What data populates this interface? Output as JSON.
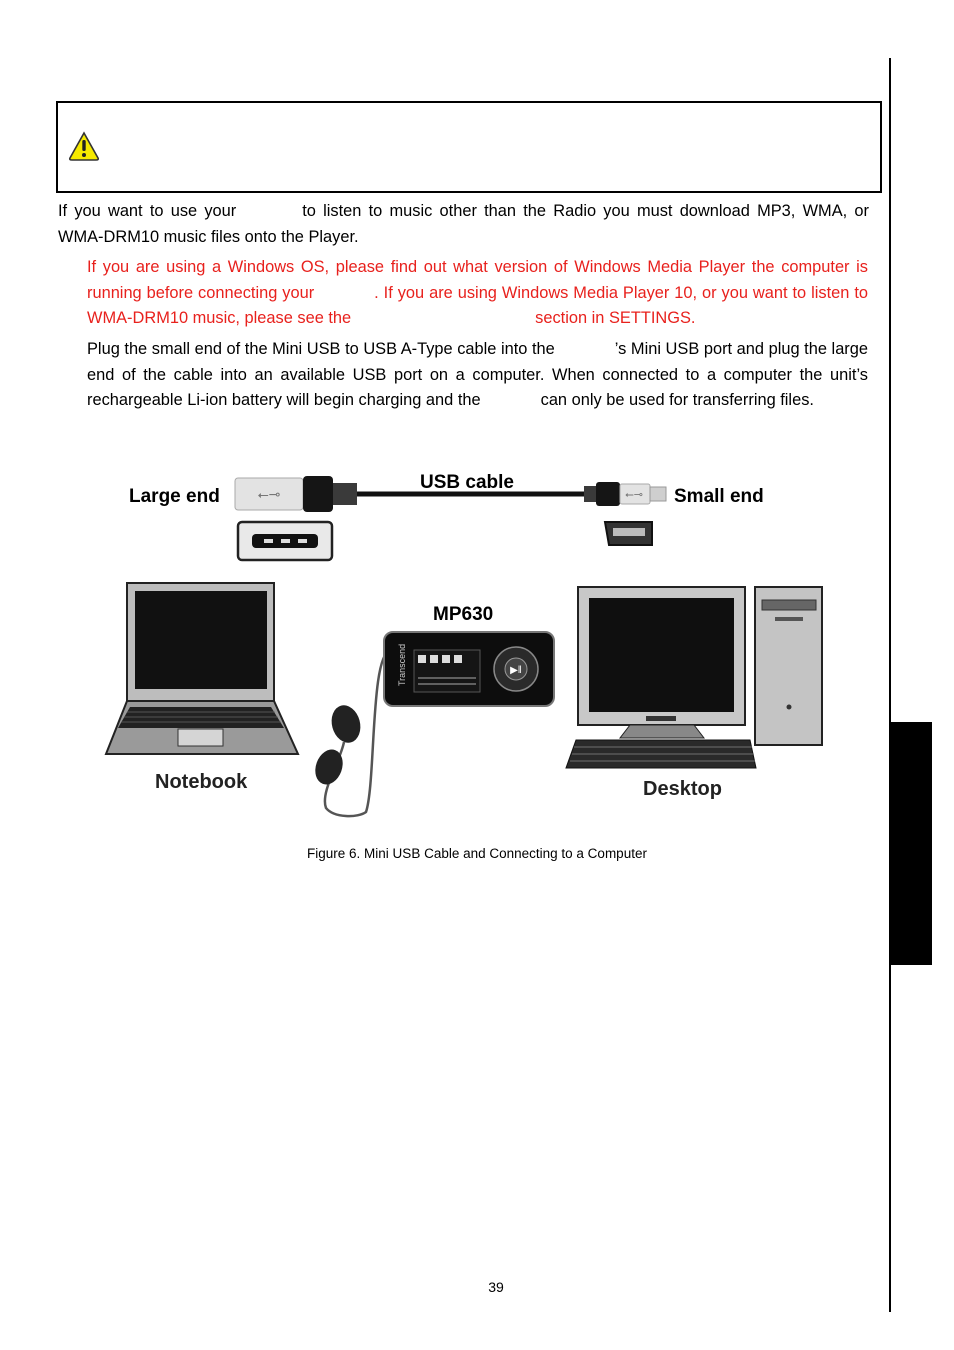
{
  "paragraphs": {
    "intro_a": "If you want to use your",
    "intro_b": "to listen to music other than the Radio you must download MP3, WMA, or WMA-DRM10 music files onto the Player.",
    "note_a": "If you are using a Windows OS, please find out what version of Windows Media Player the computer is running before connecting your",
    "note_b": ". If you are using Windows Media Player 10, or you want to listen to WMA-DRM10 music, please see the",
    "note_c": "section in SETTINGS.",
    "plug_a": "Plug the small end of the Mini USB to USB A-Type cable into the",
    "plug_b": "’s Mini USB port and plug the large end of the cable into an available USB port on a computer. When connected to a computer the unit’s rechargeable Li-ion battery will begin charging and the",
    "plug_c": "can only be used for transferring files."
  },
  "figure": {
    "large_end": "Large end",
    "usb_cable": "USB cable",
    "small_end": "Small end",
    "player": "MP630",
    "notebook": "Notebook",
    "desktop": "Desktop",
    "brand": "Transcend"
  },
  "caption": "Figure 6. Mini USB Cable and Connecting to a Computer",
  "page_number": "39",
  "icons": {
    "warning": "warning-icon"
  },
  "colors": {
    "note_text": "#e8211d",
    "warning_yellow": "#f5e900"
  }
}
